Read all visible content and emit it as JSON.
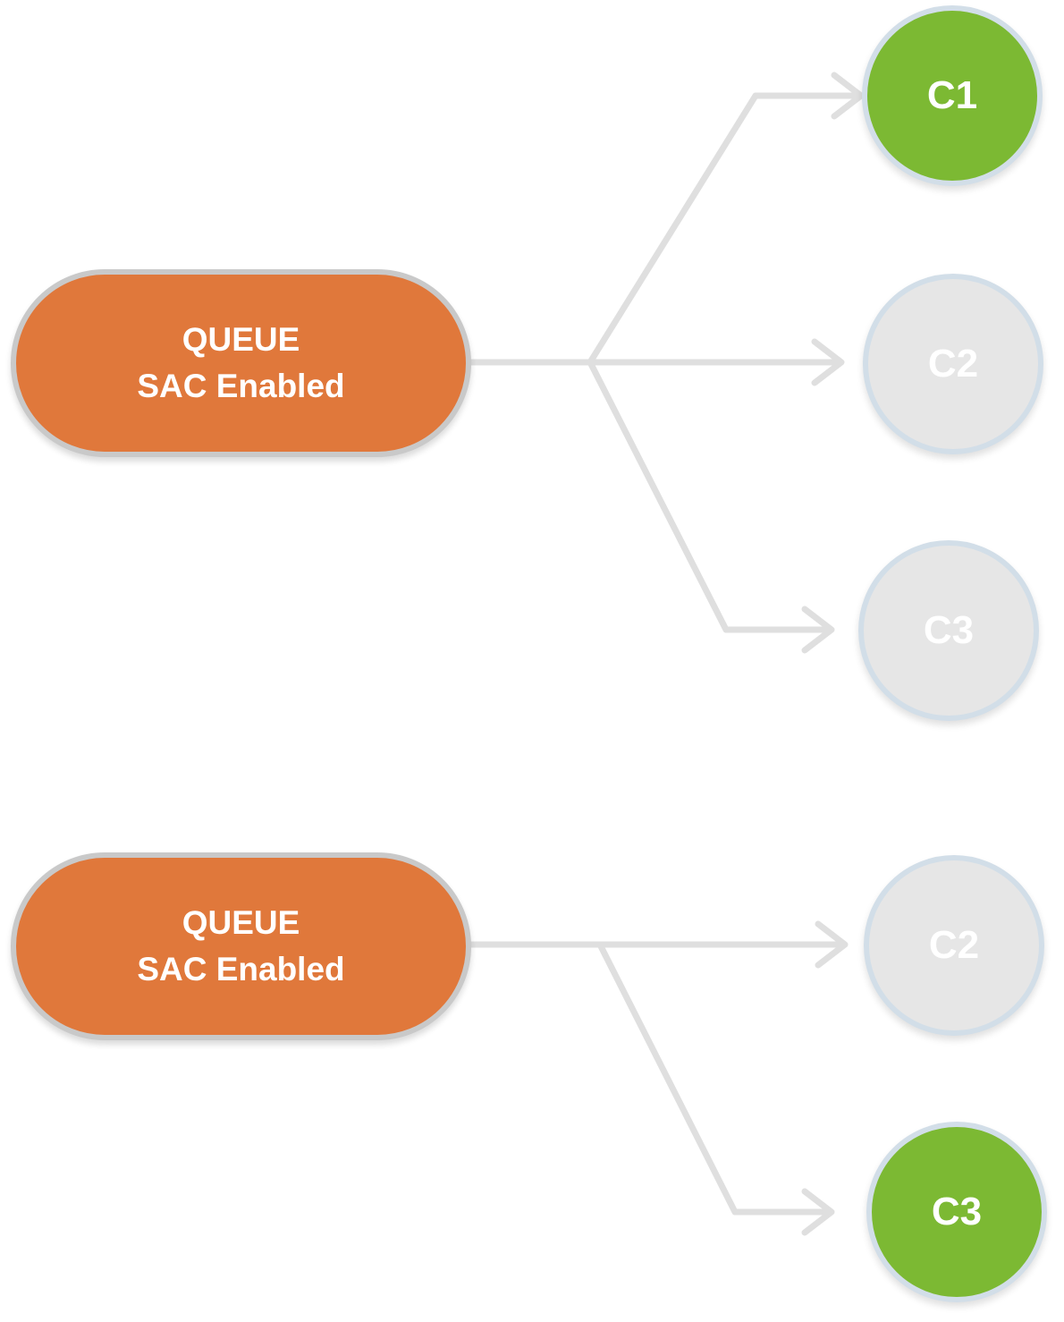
{
  "colors": {
    "queue_fill": "#E0783B",
    "queue_border": "#C9C9C9",
    "consumer_active_fill": "#7CB933",
    "consumer_inactive_fill": "#E6E6E6",
    "consumer_border": "#D2DEE8",
    "connector": "#DFDFDF",
    "node_text": "#FFFFFF"
  },
  "diagrams": [
    {
      "queue": {
        "line1": "QUEUE",
        "line2": "SAC Enabled"
      },
      "consumers": [
        {
          "label": "C1",
          "state": "active"
        },
        {
          "label": "C2",
          "state": "inactive"
        },
        {
          "label": "C3",
          "state": "inactive"
        }
      ]
    },
    {
      "queue": {
        "line1": "QUEUE",
        "line2": "SAC Enabled"
      },
      "consumers": [
        {
          "label": "C2",
          "state": "inactive"
        },
        {
          "label": "C3",
          "state": "active"
        }
      ]
    }
  ]
}
